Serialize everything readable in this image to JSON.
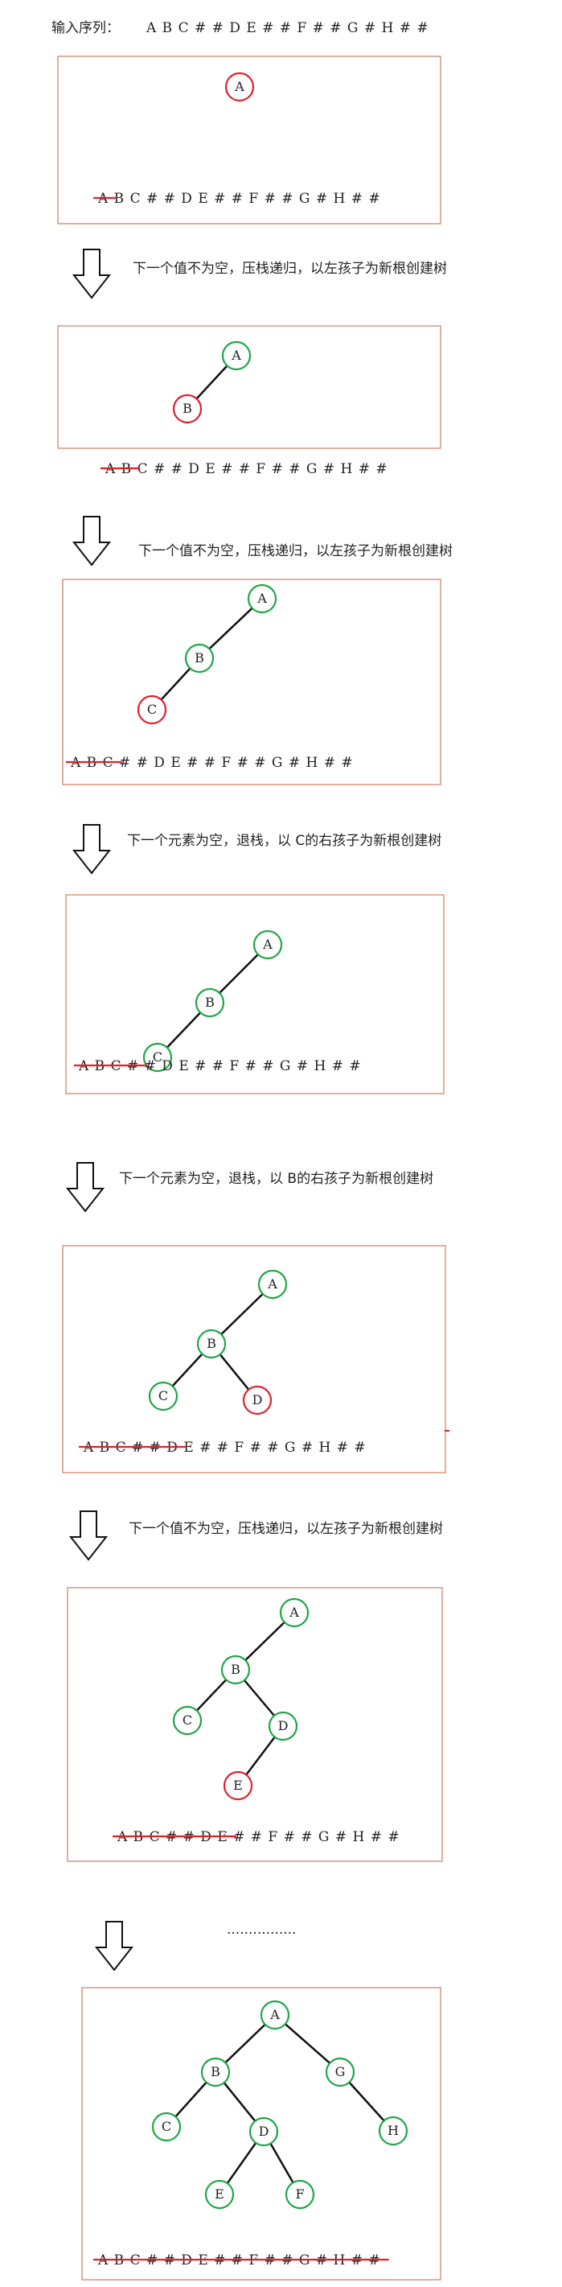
{
  "header": {
    "label": "输入序列：",
    "sequence": "A B C # # D E # # F # # G # H # #"
  },
  "colors": {
    "frame": "#d9957e",
    "current_node": "#e0202a",
    "built_node": "#1fa645",
    "strike": "#e0202a",
    "edge": "#111111"
  },
  "steps": [
    {
      "label": "step-1",
      "caption": "",
      "nodes": [
        {
          "id": "A",
          "state": "current"
        }
      ],
      "edges": [],
      "sequence": "A B C # # D E # # F # # G # H # #",
      "consumed": 1
    },
    {
      "label": "step-2",
      "caption": "下一个值不为空，压栈递归，以左孩子为新根创建树",
      "nodes": [
        {
          "id": "A",
          "state": "built"
        },
        {
          "id": "B",
          "state": "current"
        }
      ],
      "edges": [
        [
          "A",
          "B"
        ]
      ],
      "sequence": "A B C # # D E # # F # # G # H # #",
      "consumed": 2
    },
    {
      "label": "step-3",
      "caption": "下一个值不为空，压栈递归，以左孩子为新根创建树",
      "nodes": [
        {
          "id": "A",
          "state": "built"
        },
        {
          "id": "B",
          "state": "built"
        },
        {
          "id": "C",
          "state": "current"
        }
      ],
      "edges": [
        [
          "A",
          "B"
        ],
        [
          "B",
          "C"
        ]
      ],
      "sequence": "A B C # # D E # # F # # G # H # #",
      "consumed": 3
    },
    {
      "label": "step-4",
      "caption": "下一个元素为空，退栈，以 C的右孩子为新根创建树",
      "nodes": [
        {
          "id": "A",
          "state": "built"
        },
        {
          "id": "B",
          "state": "built"
        },
        {
          "id": "C",
          "state": "built"
        }
      ],
      "edges": [
        [
          "A",
          "B"
        ],
        [
          "B",
          "C"
        ]
      ],
      "sequence": "A B C # # D E # # F # # G # H # #",
      "consumed": 4
    },
    {
      "label": "step-5",
      "caption": "下一个元素为空，退栈，以 B的右孩子为新根创建树",
      "nodes": [
        {
          "id": "A",
          "state": "built"
        },
        {
          "id": "B",
          "state": "built"
        },
        {
          "id": "C",
          "state": "built"
        },
        {
          "id": "D",
          "state": "current"
        }
      ],
      "edges": [
        [
          "A",
          "B"
        ],
        [
          "B",
          "C"
        ],
        [
          "B",
          "D"
        ]
      ],
      "sequence": "A B C # # D E # # F # # G # H # #",
      "consumed": 6
    },
    {
      "label": "step-6",
      "caption": "下一个值不为空，压栈递归，以左孩子为新根创建树",
      "nodes": [
        {
          "id": "A",
          "state": "built"
        },
        {
          "id": "B",
          "state": "built"
        },
        {
          "id": "C",
          "state": "built"
        },
        {
          "id": "D",
          "state": "built"
        },
        {
          "id": "E",
          "state": "current"
        }
      ],
      "edges": [
        [
          "A",
          "B"
        ],
        [
          "B",
          "C"
        ],
        [
          "B",
          "D"
        ],
        [
          "D",
          "E"
        ]
      ],
      "sequence": "A B C # # D E # # F # # G # H # #",
      "consumed": 7
    },
    {
      "label": "step-7",
      "caption": "................",
      "nodes": [
        {
          "id": "A",
          "state": "built"
        },
        {
          "id": "B",
          "state": "built"
        },
        {
          "id": "C",
          "state": "built"
        },
        {
          "id": "D",
          "state": "built"
        },
        {
          "id": "E",
          "state": "built"
        },
        {
          "id": "F",
          "state": "built"
        },
        {
          "id": "G",
          "state": "built"
        },
        {
          "id": "H",
          "state": "built"
        }
      ],
      "edges": [
        [
          "A",
          "B"
        ],
        [
          "B",
          "C"
        ],
        [
          "B",
          "D"
        ],
        [
          "D",
          "E"
        ],
        [
          "D",
          "F"
        ],
        [
          "A",
          "G"
        ],
        [
          "G",
          "H"
        ]
      ],
      "sequence": "A B C # # D E # # F # # G # H # #",
      "consumed": 17
    }
  ]
}
